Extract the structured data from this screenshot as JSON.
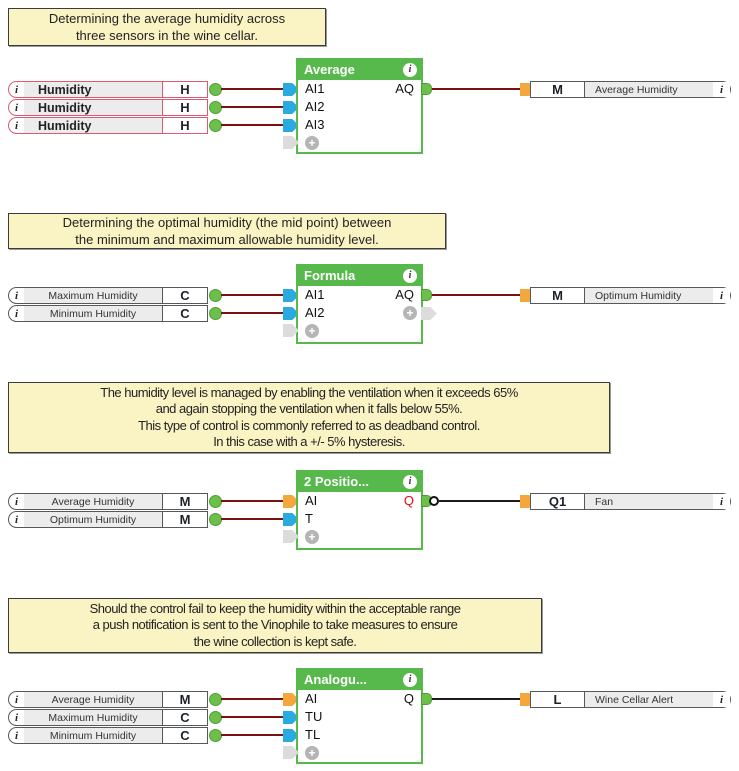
{
  "colors": {
    "block_green": "#57B94C",
    "connector_green": "#6CC04A",
    "input_blue": "#29ABE2",
    "connector_orange": "#F4A73C",
    "wire_analog": "#7A1012",
    "wire_digital": "#1C1C1C",
    "note_yellow": "#FAF3C3",
    "pill_pink_border": "#DE5A73",
    "pill_gray_border": "#55595C",
    "q_red": "#E30613"
  },
  "icons": {
    "info": "i",
    "plus": "+"
  },
  "sections": [
    {
      "note_lines": [
        "Determining the average humidity across",
        "three sensors in the wine cellar."
      ],
      "inputs": [
        {
          "label": "Humidity",
          "code": "H"
        },
        {
          "label": "Humidity",
          "code": "H"
        },
        {
          "label": "Humidity",
          "code": "H"
        }
      ],
      "block": {
        "title": "Average",
        "inputs": [
          "AI1",
          "AI2",
          "AI3"
        ],
        "output": "AQ"
      },
      "output": {
        "code": "M",
        "label": "Average Humidity"
      }
    },
    {
      "note_lines": [
        "Determining the optimal humidity (the mid point) between",
        "the minimum and maximum allowable humidity level."
      ],
      "inputs": [
        {
          "label": "Maximum Humidity",
          "code": "C"
        },
        {
          "label": "Minimum Humidity",
          "code": "C"
        }
      ],
      "block": {
        "title": "Formula",
        "inputs": [
          "AI1",
          "AI2"
        ],
        "output": "AQ"
      },
      "output": {
        "code": "M",
        "label": "Optimum Humidity"
      }
    },
    {
      "note_lines": [
        "The humidity level is managed by enabling the ventilation when it exceeds 65%",
        "and again stopping the ventilation when it falls below 55%.",
        "This type of control is commonly referred to as deadband control.",
        "In this case with a +/- 5% hysteresis."
      ],
      "inputs": [
        {
          "label": "Average Humidity",
          "code": "M"
        },
        {
          "label": "Optimum Humidity",
          "code": "M"
        }
      ],
      "block": {
        "title": "2 Positio...",
        "inputs": [
          "AI",
          "T"
        ],
        "output": "Q"
      },
      "output": {
        "code": "Q1",
        "label": "Fan"
      }
    },
    {
      "note_lines": [
        "Should the control fail to keep the humidity within the acceptable range",
        "a push notification is sent to the Vinophile to take measures to ensure",
        "the wine collection is kept safe."
      ],
      "inputs": [
        {
          "label": "Average Humidity",
          "code": "M"
        },
        {
          "label": "Maximum Humidity",
          "code": "C"
        },
        {
          "label": "Minimum Humidity",
          "code": "C"
        }
      ],
      "block": {
        "title": "Analogu...",
        "inputs": [
          "AI",
          "TU",
          "TL"
        ],
        "output": "Q"
      },
      "output": {
        "code": "L",
        "label": "Wine Cellar Alert"
      }
    }
  ]
}
